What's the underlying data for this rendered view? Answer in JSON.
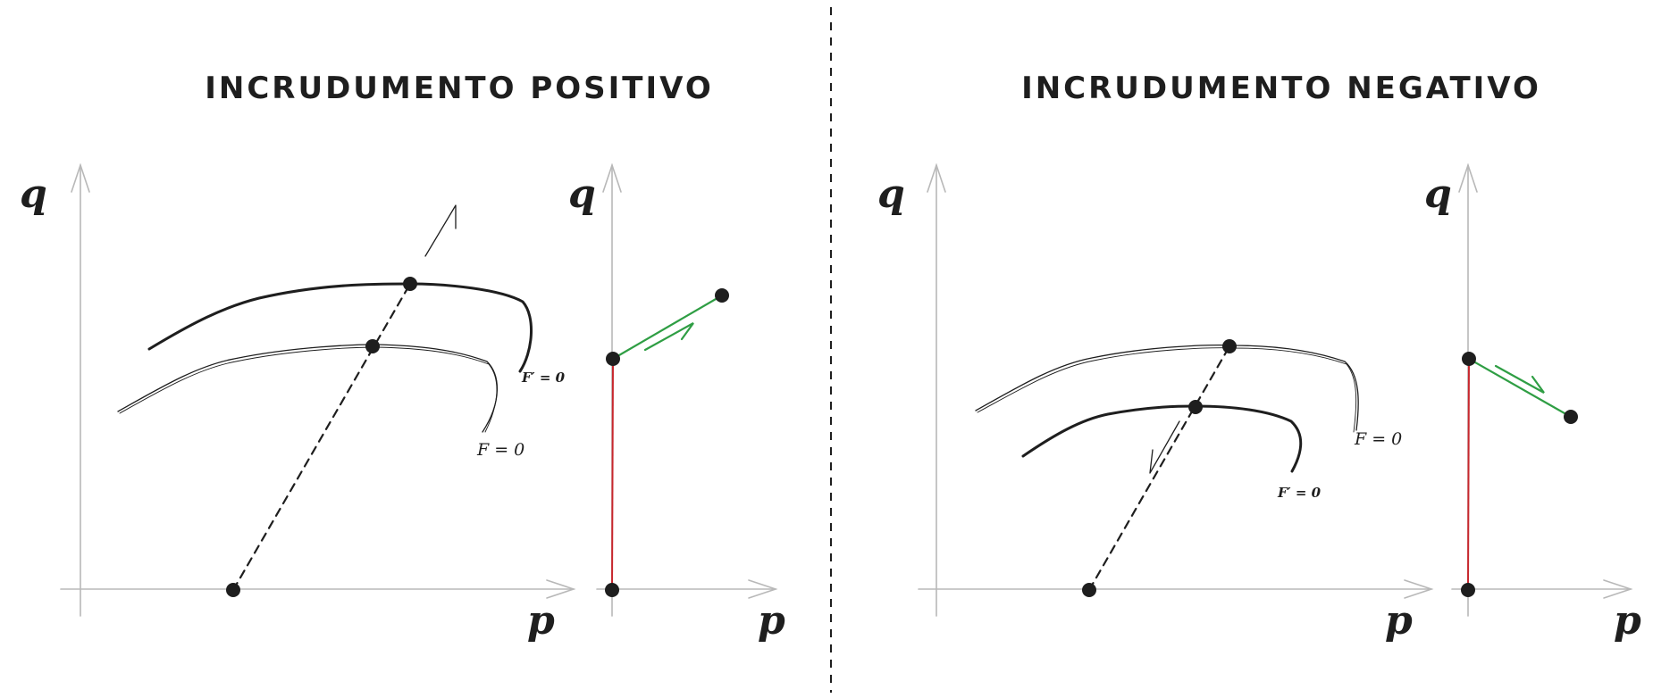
{
  "left_panel": {
    "title": "INCRUDUMENTO POSITIVO",
    "main_plot": {
      "x_axis_label": "p",
      "y_axis_label": "q"
    },
    "curve_labels": {
      "initial": "F = 0",
      "current": "F′ = 0"
    },
    "stress_path_plot": {
      "x_axis_label": "p",
      "y_axis_label": "q"
    }
  },
  "right_panel": {
    "title": "INCRUDUMENTO NEGATIVO",
    "main_plot": {
      "x_axis_label": "p",
      "y_axis_label": "q"
    },
    "curve_labels": {
      "initial": "F = 0",
      "current": "F′ = 0"
    },
    "stress_path_plot": {
      "x_axis_label": "p",
      "y_axis_label": "q"
    }
  },
  "colors": {
    "ink": "#1e1e1e",
    "axis": "#b8b8b8",
    "elastic_path": "#c8272d",
    "plastic_path": "#2f9e44"
  }
}
